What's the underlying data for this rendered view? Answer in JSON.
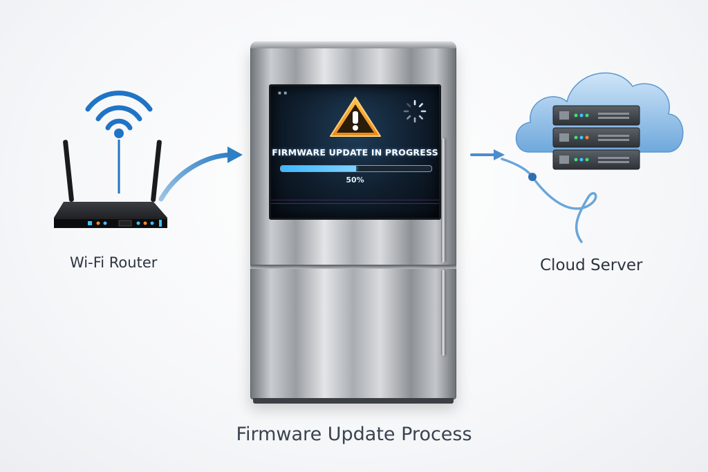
{
  "diagram": {
    "title": "Firmware Update Process"
  },
  "router": {
    "label": "Wi-Fi Router",
    "icon": "wifi-router-icon"
  },
  "cloud": {
    "label": "Cloud Server",
    "icon": "cloud-server-icon"
  },
  "fridge": {
    "screen": {
      "title": "FIRMWARE UPDATE IN PROGRESS",
      "progress_text": "50%",
      "progress_fraction": 0.5,
      "warning_icon": "warning-triangle-icon",
      "spinner_icon": "loading-spinner-icon"
    }
  },
  "colors": {
    "accent_blue": "#2f7fc4",
    "warning_orange": "#f5a623",
    "progress_blue": "#3fb6ff"
  }
}
